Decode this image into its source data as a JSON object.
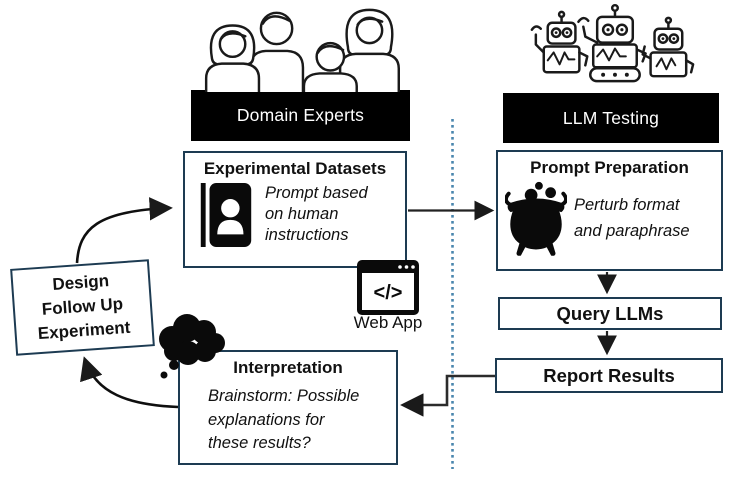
{
  "domain_experts": {
    "label": "Domain Experts"
  },
  "llm_testing": {
    "label": "LLM Testing"
  },
  "experimental_datasets": {
    "title": "Experimental Datasets",
    "lines": [
      "Prompt based",
      "on human",
      "instructions"
    ]
  },
  "web_app": {
    "label": "Web App"
  },
  "prompt_preparation": {
    "title": "Prompt Preparation",
    "lines": [
      "Perturb format",
      "and paraphrase"
    ]
  },
  "query_llms": {
    "label": "Query LLMs"
  },
  "report_results": {
    "label": "Report Results"
  },
  "interpretation": {
    "title": "Interpretation",
    "lines": [
      "Brainstorm: Possible",
      "explanations for",
      "these results?"
    ]
  },
  "design_follow_up": {
    "lines": [
      "Design",
      "Follow Up",
      "Experiment"
    ]
  },
  "icons": {
    "domain_experts": "people-group-icon",
    "llm_testing": "robots-icon",
    "experimental_datasets": "address-book-icon",
    "prompt_preparation": "cauldron-icon",
    "interpretation": "thought-bubble-icon",
    "web_app": "code-browser-icon",
    "web_app_glyph": "</>"
  },
  "colors": {
    "box_border": "#1d3b52",
    "bar_bg": "#000000",
    "bar_text": "#ffffff",
    "separator": "#4a86ae",
    "arrow": "#222222"
  }
}
